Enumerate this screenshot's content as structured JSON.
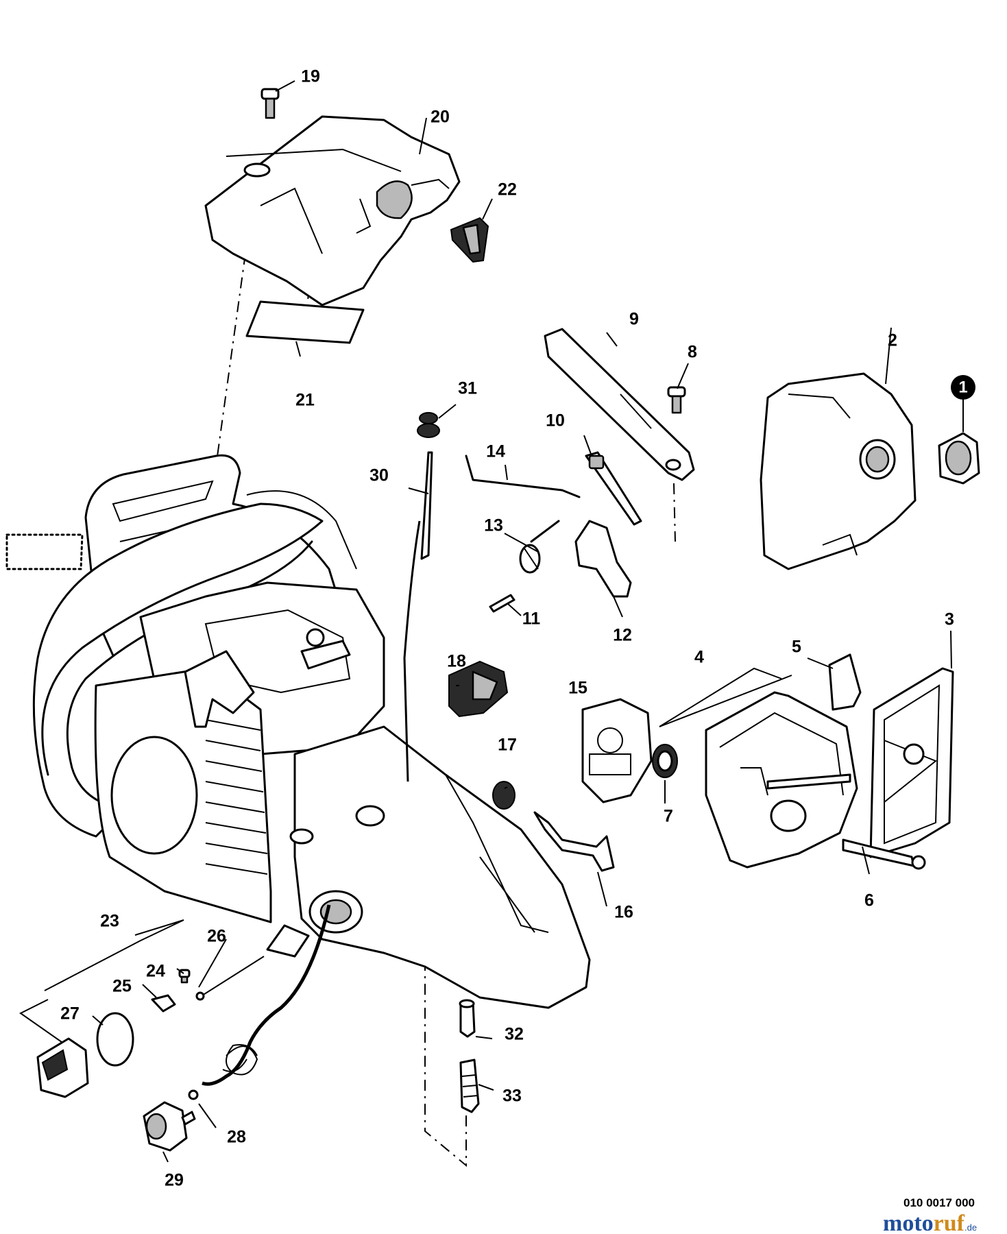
{
  "diagram": {
    "drawing_number": "010 0017 000",
    "watermark": {
      "part1": "moto",
      "part2": "ruf",
      "suffix": ".de"
    },
    "badge": "1",
    "callouts": [
      "1",
      "2",
      "3",
      "4",
      "5",
      "6",
      "7",
      "8",
      "9",
      "10",
      "11",
      "12",
      "13",
      "14",
      "15",
      "16",
      "17",
      "18",
      "19",
      "20",
      "21",
      "22",
      "23",
      "24",
      "25",
      "26",
      "27",
      "28",
      "29",
      "30",
      "31",
      "32",
      "33"
    ],
    "colors": {
      "line": "#000000",
      "shading": "#b9b9b9",
      "badge": "#000000",
      "watermark_blue": "#1f4e9a",
      "watermark_orange": "#d08a1c"
    }
  }
}
